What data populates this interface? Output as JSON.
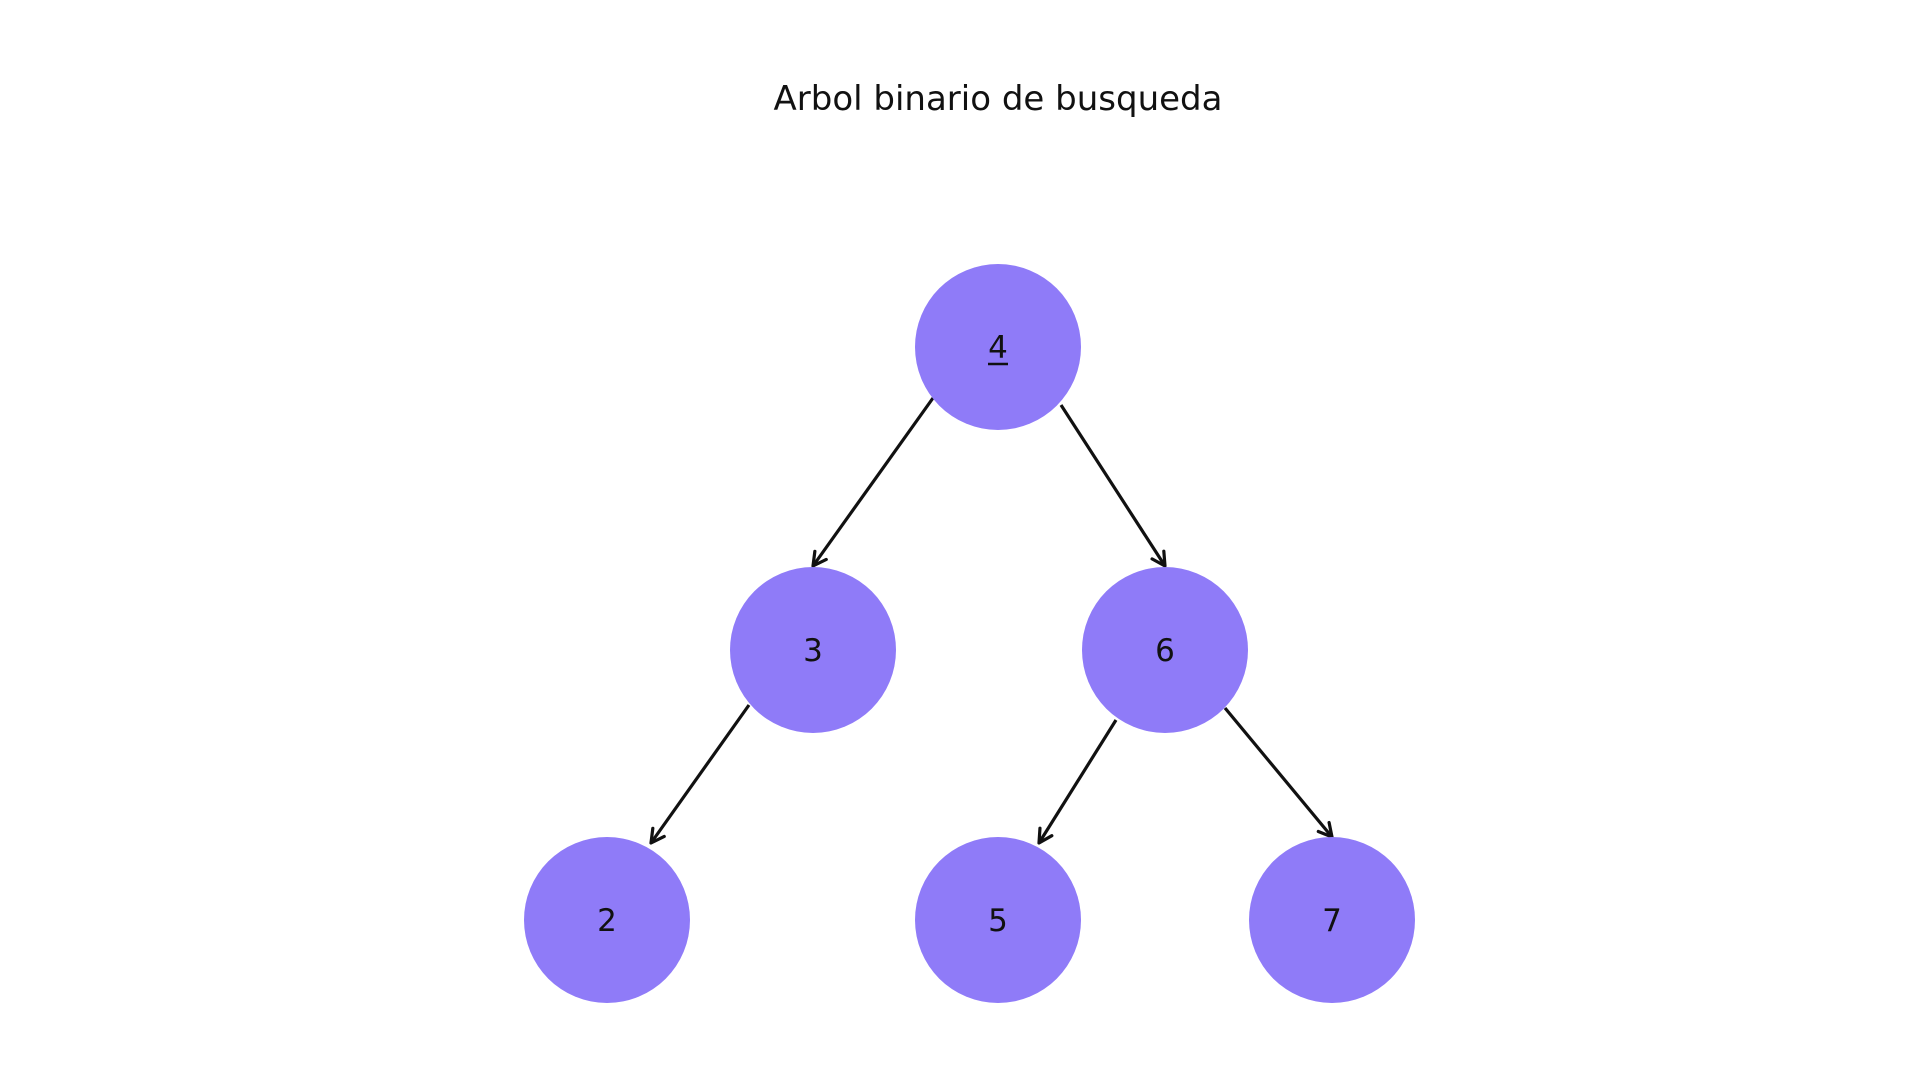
{
  "diagram": {
    "title": "Arbol binario de busqueda",
    "node_color": "#8f7bf8",
    "edge_color": "#111111",
    "root_underlined": true,
    "nodes": [
      {
        "id": "n4",
        "label": "4"
      },
      {
        "id": "n3",
        "label": "3"
      },
      {
        "id": "n6",
        "label": "6"
      },
      {
        "id": "n2",
        "label": "2"
      },
      {
        "id": "n5",
        "label": "5"
      },
      {
        "id": "n7",
        "label": "7"
      }
    ],
    "edges": [
      {
        "from": "n4",
        "to": "n3"
      },
      {
        "from": "n4",
        "to": "n6"
      },
      {
        "from": "n3",
        "to": "n2"
      },
      {
        "from": "n6",
        "to": "n5"
      },
      {
        "from": "n6",
        "to": "n7"
      }
    ]
  }
}
